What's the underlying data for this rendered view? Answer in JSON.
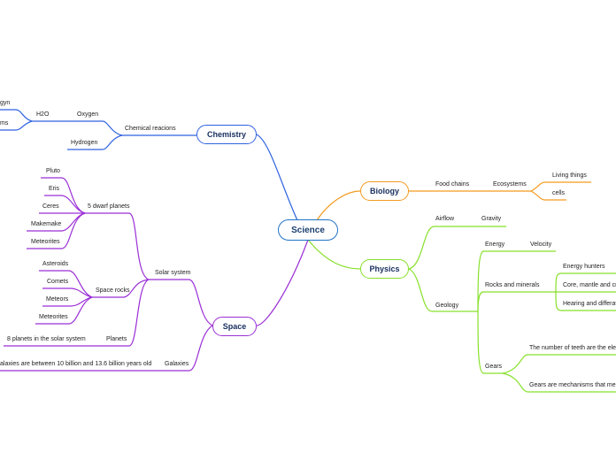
{
  "central": {
    "label": "Science",
    "color": "#1f73c8"
  },
  "colors": {
    "chemistry": "#2e62e0",
    "biology": "#f39a1f",
    "physics": "#86e02a",
    "space": "#9b2fd6"
  },
  "topics": {
    "chemistry": "Chemistry",
    "biology": "Biology",
    "physics": "Physics",
    "space": "Space"
  },
  "chemistry": {
    "chemical_reactions": "Chemical reacions",
    "oxygen": "Oxygen",
    "hydrogen": "Hydrogen",
    "h2o": "H2O",
    "cut_top": "gyn",
    "cut_bottom": "ms"
  },
  "biology": {
    "food_chains": "Food chains",
    "ecosystems": "Ecosystems",
    "living_things": "Living things",
    "cells": "cells"
  },
  "physics": {
    "airflow": "Airflow",
    "gravity": "Gravity",
    "geology": "Geology",
    "energy": "Energy",
    "velocity": "Velocity",
    "rocks_minerals": "Rocks and minerals",
    "energy_hunters": "Energy hunters",
    "core_mantle": "Core, mantle and crus",
    "hearing": "Hearing and differatio",
    "gears": "Gears",
    "gears_teeth": "The number of teeth are the elemen",
    "gears_mesh": "Gears are mechanisms that mesh t"
  },
  "space": {
    "solar_system": "Solar system",
    "dwarf_planets": "5 dwarf planets",
    "pluto": "Pluto",
    "eris": "Eris",
    "ceres": "Ceres",
    "makemake": "Makemake",
    "meteorites_1": "Meteorites",
    "space_rocks": "Space rocks",
    "asteroids": "Asteroids",
    "comets": "Comets",
    "meteors": "Meteors",
    "meteorites_2": "Meteorites",
    "planets": "Planets",
    "eight_planets": "8 planets in the solar system",
    "galaxies": "Galaxies",
    "galaxies_age": "alaxies are between 10 billion and 13.6 billion years old"
  }
}
